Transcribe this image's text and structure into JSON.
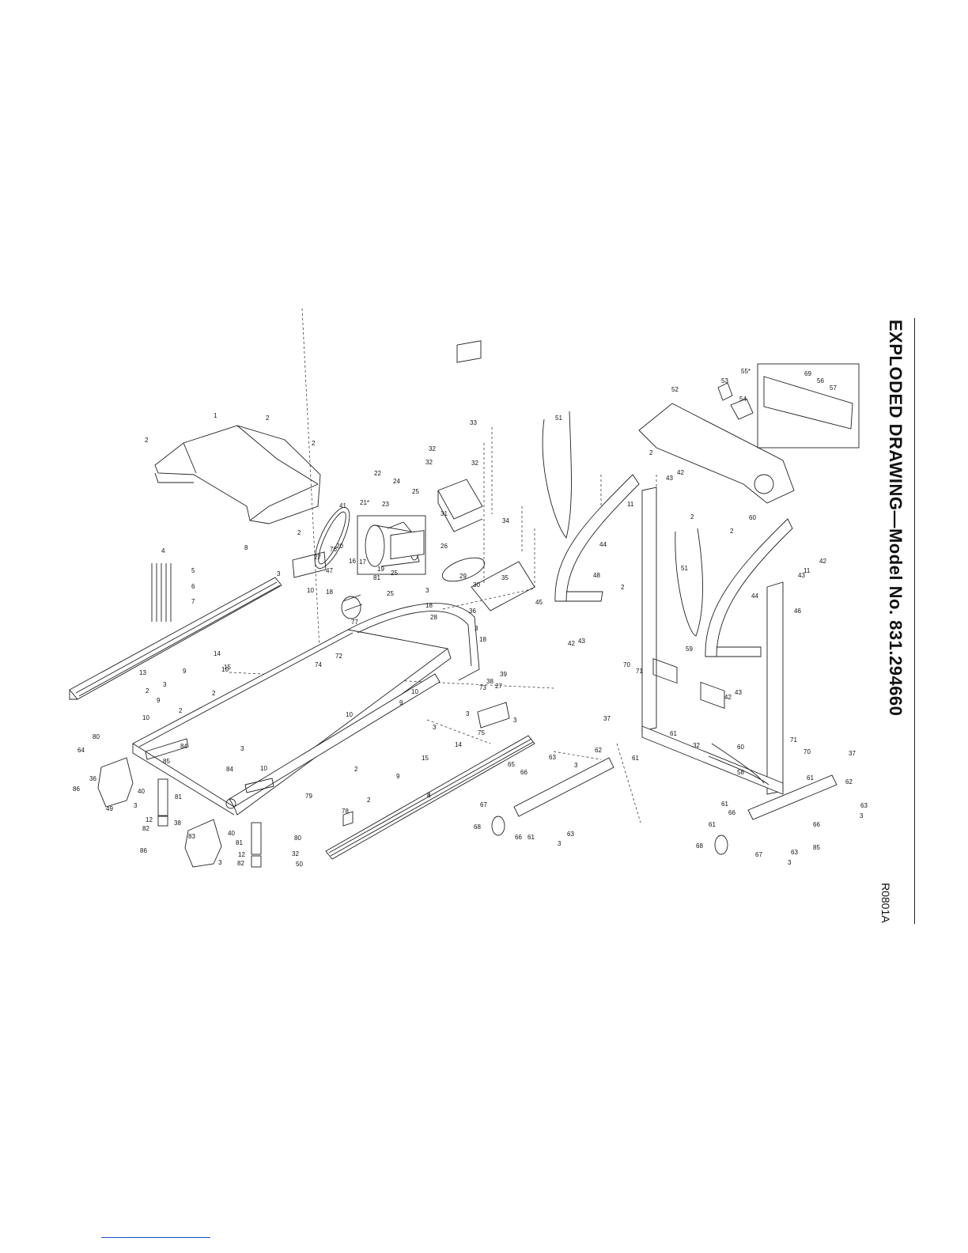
{
  "title": "EXPLODED DRAWING—Model No. 831.294660",
  "drawing_code": "R0801A",
  "part_labels": [
    {
      "id": "p1",
      "text": "1"
    },
    {
      "id": "p2a",
      "text": "2"
    },
    {
      "id": "p2b",
      "text": "2"
    },
    {
      "id": "p2c",
      "text": "2"
    },
    {
      "id": "p2d",
      "text": "2"
    },
    {
      "id": "p4",
      "text": "4"
    },
    {
      "id": "p5",
      "text": "5"
    },
    {
      "id": "p6",
      "text": "6"
    },
    {
      "id": "p7",
      "text": "7"
    },
    {
      "id": "p8a",
      "text": "8"
    },
    {
      "id": "p8b",
      "text": "8"
    },
    {
      "id": "p22",
      "text": "22"
    },
    {
      "id": "p23",
      "text": "23"
    },
    {
      "id": "p24",
      "text": "24"
    },
    {
      "id": "p25a",
      "text": "25"
    },
    {
      "id": "p25b",
      "text": "25"
    },
    {
      "id": "p21",
      "text": "21*"
    },
    {
      "id": "p41",
      "text": "41"
    },
    {
      "id": "p20",
      "text": "20"
    },
    {
      "id": "p19",
      "text": "19"
    },
    {
      "id": "p26",
      "text": "26"
    },
    {
      "id": "p33",
      "text": "33"
    },
    {
      "id": "p32a",
      "text": "32"
    },
    {
      "id": "p32b",
      "text": "32"
    },
    {
      "id": "p32c",
      "text": "32"
    },
    {
      "id": "p31",
      "text": "31"
    },
    {
      "id": "p34",
      "text": "34"
    },
    {
      "id": "p35",
      "text": "35"
    },
    {
      "id": "p51a",
      "text": "51"
    },
    {
      "id": "p51b",
      "text": "51"
    },
    {
      "id": "p52",
      "text": "52"
    },
    {
      "id": "p53",
      "text": "53"
    },
    {
      "id": "p54",
      "text": "54"
    },
    {
      "id": "p55",
      "text": "55*"
    },
    {
      "id": "p69",
      "text": "69"
    },
    {
      "id": "p56",
      "text": "56"
    },
    {
      "id": "p57",
      "text": "57"
    },
    {
      "id": "p2e",
      "text": "2"
    },
    {
      "id": "p42a",
      "text": "42"
    },
    {
      "id": "p43a",
      "text": "43"
    },
    {
      "id": "p11a",
      "text": "11"
    },
    {
      "id": "p44a",
      "text": "44"
    },
    {
      "id": "p2f",
      "text": "2"
    },
    {
      "id": "p2g",
      "text": "2"
    },
    {
      "id": "p60a",
      "text": "60"
    },
    {
      "id": "p11b",
      "text": "11"
    },
    {
      "id": "p42b",
      "text": "42"
    },
    {
      "id": "p43b",
      "text": "43"
    },
    {
      "id": "p44b",
      "text": "44"
    },
    {
      "id": "p48",
      "text": "48"
    },
    {
      "id": "p2h",
      "text": "2"
    },
    {
      "id": "p45",
      "text": "45"
    },
    {
      "id": "p46",
      "text": "46"
    },
    {
      "id": "p42c",
      "text": "42"
    },
    {
      "id": "p43c",
      "text": "43"
    },
    {
      "id": "p59",
      "text": "59"
    },
    {
      "id": "p42d",
      "text": "42"
    },
    {
      "id": "p43d",
      "text": "43"
    },
    {
      "id": "p70a",
      "text": "70"
    },
    {
      "id": "p71a",
      "text": "71"
    },
    {
      "id": "p37a",
      "text": "37"
    },
    {
      "id": "p61a",
      "text": "61"
    },
    {
      "id": "p61b",
      "text": "61"
    },
    {
      "id": "p32d",
      "text": "32"
    },
    {
      "id": "p60b",
      "text": "60"
    },
    {
      "id": "p58",
      "text": "58"
    },
    {
      "id": "p71b",
      "text": "71"
    },
    {
      "id": "p70b",
      "text": "70"
    },
    {
      "id": "p37b",
      "text": "37"
    },
    {
      "id": "p61c",
      "text": "61"
    },
    {
      "id": "p62a",
      "text": "62"
    },
    {
      "id": "p63a",
      "text": "63"
    },
    {
      "id": "p3a",
      "text": "3"
    },
    {
      "id": "p61d",
      "text": "61"
    },
    {
      "id": "p66a",
      "text": "66"
    },
    {
      "id": "p61e",
      "text": "61"
    },
    {
      "id": "p66b",
      "text": "66"
    },
    {
      "id": "p85a",
      "text": "85"
    },
    {
      "id": "p68a",
      "text": "68"
    },
    {
      "id": "p67a",
      "text": "67"
    },
    {
      "id": "p63b",
      "text": "63"
    },
    {
      "id": "p3b",
      "text": "3"
    },
    {
      "id": "p62b",
      "text": "62"
    },
    {
      "id": "p63c",
      "text": "63"
    },
    {
      "id": "p3c",
      "text": "3"
    },
    {
      "id": "p65",
      "text": "65"
    },
    {
      "id": "p66c",
      "text": "66"
    },
    {
      "id": "p67b",
      "text": "67"
    },
    {
      "id": "p68b",
      "text": "68"
    },
    {
      "id": "p66d",
      "text": "66"
    },
    {
      "id": "p61f",
      "text": "61"
    },
    {
      "id": "p63d",
      "text": "63"
    },
    {
      "id": "p3d",
      "text": "3"
    },
    {
      "id": "p27a",
      "text": "27"
    },
    {
      "id": "p76",
      "text": "76"
    },
    {
      "id": "p47",
      "text": "47"
    },
    {
      "id": "p16",
      "text": "16"
    },
    {
      "id": "p17",
      "text": "17"
    },
    {
      "id": "p81a",
      "text": "81"
    },
    {
      "id": "p3e",
      "text": "3"
    },
    {
      "id": "p10a",
      "text": "10"
    },
    {
      "id": "p18a",
      "text": "18"
    },
    {
      "id": "p77",
      "text": "77"
    },
    {
      "id": "p25c",
      "text": "25"
    },
    {
      "id": "p3f",
      "text": "3"
    },
    {
      "id": "p29",
      "text": "29"
    },
    {
      "id": "p30",
      "text": "30"
    },
    {
      "id": "p18b",
      "text": "18"
    },
    {
      "id": "p28",
      "text": "28"
    },
    {
      "id": "p36",
      "text": "36"
    },
    {
      "id": "p3g",
      "text": "3"
    },
    {
      "id": "p18c",
      "text": "18"
    },
    {
      "id": "p14a",
      "text": "14"
    },
    {
      "id": "p15a",
      "text": "15"
    },
    {
      "id": "p74",
      "text": "74"
    },
    {
      "id": "p72",
      "text": "72"
    },
    {
      "id": "p13",
      "text": "13"
    },
    {
      "id": "p9a",
      "text": "9"
    },
    {
      "id": "p10b",
      "text": "10"
    },
    {
      "id": "p2i",
      "text": "2"
    },
    {
      "id": "p9b",
      "text": "9"
    },
    {
      "id": "p2j",
      "text": "2"
    },
    {
      "id": "p2k",
      "text": "2"
    },
    {
      "id": "p3h",
      "text": "3"
    },
    {
      "id": "p10c",
      "text": "10"
    },
    {
      "id": "p10d",
      "text": "10"
    },
    {
      "id": "p9c",
      "text": "9"
    },
    {
      "id": "p73",
      "text": "73"
    },
    {
      "id": "p38a",
      "text": "38"
    },
    {
      "id": "p39",
      "text": "39"
    },
    {
      "id": "p3i",
      "text": "3"
    },
    {
      "id": "p27b",
      "text": "27"
    },
    {
      "id": "p3j",
      "text": "3"
    },
    {
      "id": "p10e",
      "text": "10"
    },
    {
      "id": "p80a",
      "text": "80"
    },
    {
      "id": "p84a",
      "text": "84"
    },
    {
      "id": "p85b",
      "text": "85"
    },
    {
      "id": "p64",
      "text": "64"
    },
    {
      "id": "p3k",
      "text": "3"
    },
    {
      "id": "p3l",
      "text": "3"
    },
    {
      "id": "p14b",
      "text": "14"
    },
    {
      "id": "p15b",
      "text": "15"
    },
    {
      "id": "p75",
      "text": "75"
    },
    {
      "id": "p36b",
      "text": "36"
    },
    {
      "id": "p86a",
      "text": "86"
    },
    {
      "id": "p49",
      "text": "49"
    },
    {
      "id": "p3m",
      "text": "3"
    },
    {
      "id": "p40a",
      "text": "40"
    },
    {
      "id": "p81b",
      "text": "81"
    },
    {
      "id": "p84b",
      "text": "84"
    },
    {
      "id": "p10f",
      "text": "10"
    },
    {
      "id": "p2l",
      "text": "2"
    },
    {
      "id": "p9d",
      "text": "9"
    },
    {
      "id": "p2m",
      "text": "2"
    },
    {
      "id": "p79",
      "text": "79"
    },
    {
      "id": "p78",
      "text": "78"
    },
    {
      "id": "p12a",
      "text": "12"
    },
    {
      "id": "p82a",
      "text": "82"
    },
    {
      "id": "p38b",
      "text": "38"
    },
    {
      "id": "p86b",
      "text": "86"
    },
    {
      "id": "p83",
      "text": "83"
    },
    {
      "id": "p3n",
      "text": "3"
    },
    {
      "id": "p40b",
      "text": "40"
    },
    {
      "id": "p81c",
      "text": "81"
    },
    {
      "id": "p80b",
      "text": "80"
    },
    {
      "id": "p12b",
      "text": "12"
    },
    {
      "id": "p82b",
      "text": "82"
    },
    {
      "id": "p32e",
      "text": "32"
    },
    {
      "id": "p50",
      "text": "50"
    },
    {
      "id": "p8c",
      "text": "8"
    }
  ]
}
